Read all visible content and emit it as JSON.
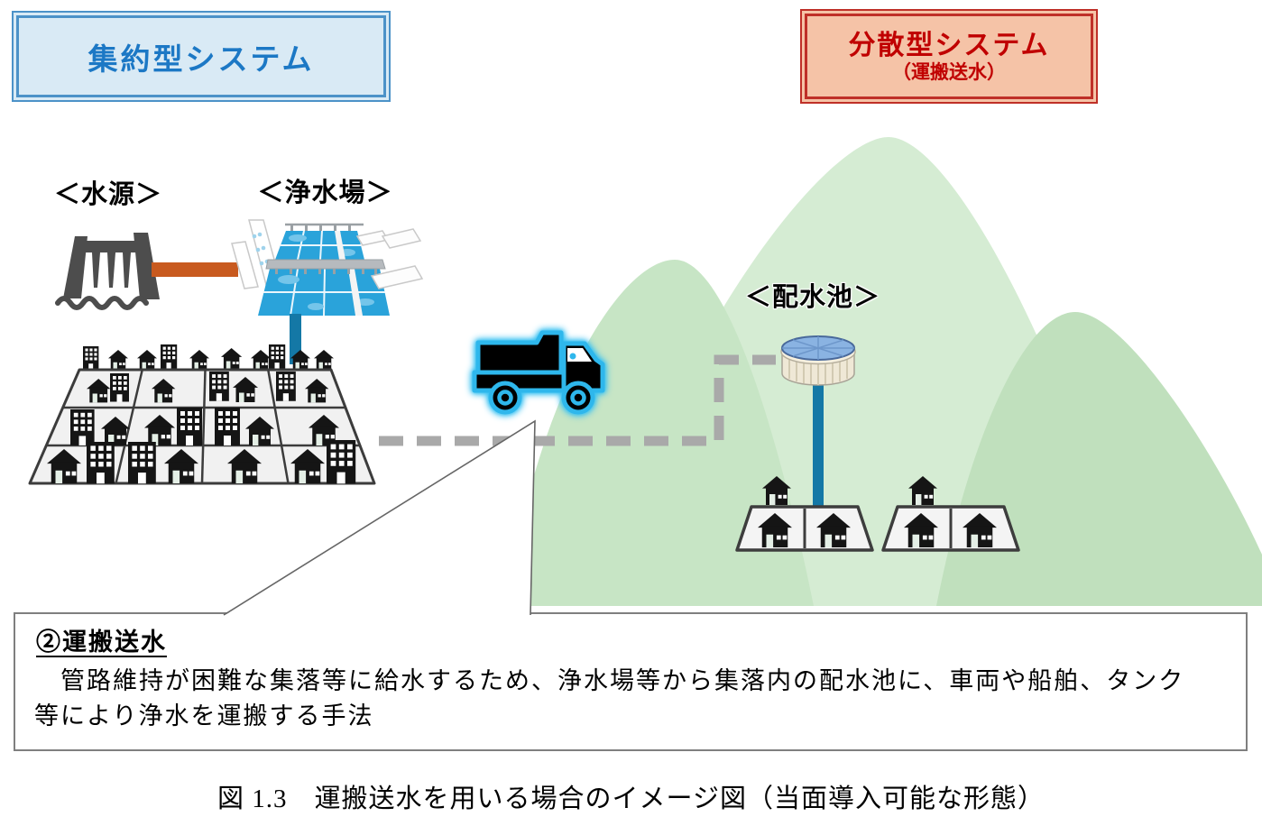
{
  "legend": {
    "centralized": {
      "label": "集約型システム"
    },
    "decentralized": {
      "label": "分散型システム",
      "sublabel": "（運搬送水）"
    }
  },
  "scene_labels": {
    "water_source": "＜水源＞",
    "purification_plant": "＜浄水場＞",
    "distribution_reservoir": "＜配水池＞"
  },
  "callout": {
    "heading": "②運搬送水",
    "body_line1": "　管路維持が困難な集落等に給水するため、浄水場等から集落内の配水池に、車両や船舶、タンク",
    "body_line2": "等により浄水を運搬する手法"
  },
  "caption": "図 1.3　運搬送水を用いる場合のイメージ図（当面導入可能な形態）",
  "colors": {
    "centralized_text": "#1c78c5",
    "centralized_border": "#4c92c8",
    "centralized_bg": "#d9eaf5",
    "decentralized_text": "#c00000",
    "decentralized_border": "#bf3028",
    "decentralized_bg": "#f5c3a7",
    "mountain_center": "#d5ecd3",
    "mountain_left": "#c7e5c5",
    "mountain_right": "#c0e0bd",
    "route_dash_gray": "#a9a9a9",
    "truck_glow_cyan": "#38c1f2",
    "pipe_orange": "#c85a1f",
    "pipe_teal": "#1478a6",
    "pool_blue": "#2aa3da"
  }
}
